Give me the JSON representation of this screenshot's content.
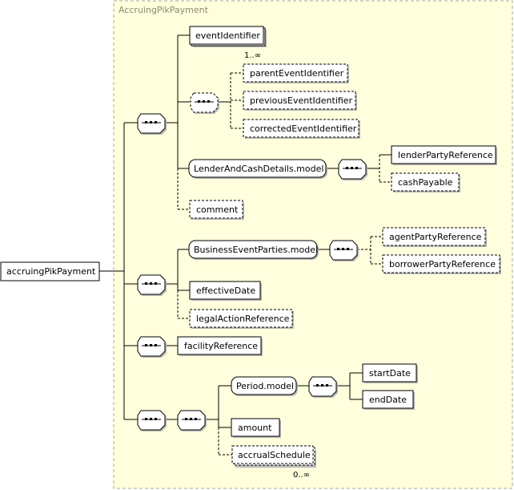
{
  "diagram": {
    "container_title": "AccruingPikPayment",
    "root": "accruingPikPayment",
    "elements": {
      "eventIdentifier": "eventIdentifier",
      "eventIdentifier_card": "1..∞",
      "parentEventIdentifier": "parentEventIdentifier",
      "previousEventIdentifier": "previousEventIdentifier",
      "correctedEventIdentifier": "correctedEventIdentifier",
      "lenderAndCashDetails": "LenderAndCashDetails.model",
      "lenderPartyReference": "lenderPartyReference",
      "cashPayable": "cashPayable",
      "comment": "comment",
      "businessEventParties": "BusinessEventParties.model",
      "agentPartyReference": "agentPartyReference",
      "borrowerPartyReference": "borrowerPartyReference",
      "effectiveDate": "effectiveDate",
      "legalActionReference": "legalActionReference",
      "facilityReference": "facilityReference",
      "periodModel": "Period.model",
      "startDate": "startDate",
      "endDate": "endDate",
      "amount": "amount",
      "accrualSchedule": "accrualSchedule",
      "accrualSchedule_card": "0..∞"
    },
    "colors": {
      "container_fill": "#ffffdd",
      "container_border": "#a8a888",
      "title_text": "#8b8b6b",
      "node_fill": "#ffffff",
      "line": "#000000",
      "shadow": "#b8b8b8"
    }
  }
}
